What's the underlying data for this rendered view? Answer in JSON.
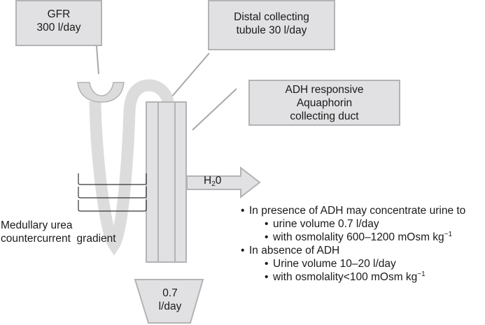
{
  "figure": {
    "boxes": {
      "gfr": {
        "line1": "GFR",
        "line2": "300 l/day"
      },
      "distal": {
        "line1": "Distal collecting",
        "line2": "tubule 30 l/day"
      },
      "adh": {
        "line1": "ADH responsive",
        "line2": "Aquaphorin",
        "line3": "collecting duct"
      }
    },
    "medullary_label": {
      "line1": "Medullary urea",
      "line2": "countercurrent  gradient"
    },
    "water_arrow": {
      "label_main": "H",
      "label_sub": "2",
      "label_end": "0"
    },
    "urine_output": {
      "line1": "0.7",
      "line2": "l/day"
    },
    "notes": [
      {
        "level": 1,
        "text": "In presence of ADH may concentrate urine to"
      },
      {
        "level": 2,
        "text": "urine volume 0.7 l/day"
      },
      {
        "level": 2,
        "text": "with osmolality 600–1200 mOsm kg",
        "sup": "−1"
      },
      {
        "level": 1,
        "text": "In absence of ADH"
      },
      {
        "level": 2,
        "text": "Urine volume 10–20 l/day"
      },
      {
        "level": 2,
        "text": "with osmolality<100 mOsm kg",
        "sup": "−1"
      }
    ],
    "bullet_glyph": "•",
    "colors": {
      "fill": "#e1e1e3",
      "stroke": "#b3b3b5",
      "tube": "#dcdcdc",
      "leader": "#a8a8a8",
      "bracket": "#333333",
      "text": "#1a1a1a"
    }
  }
}
